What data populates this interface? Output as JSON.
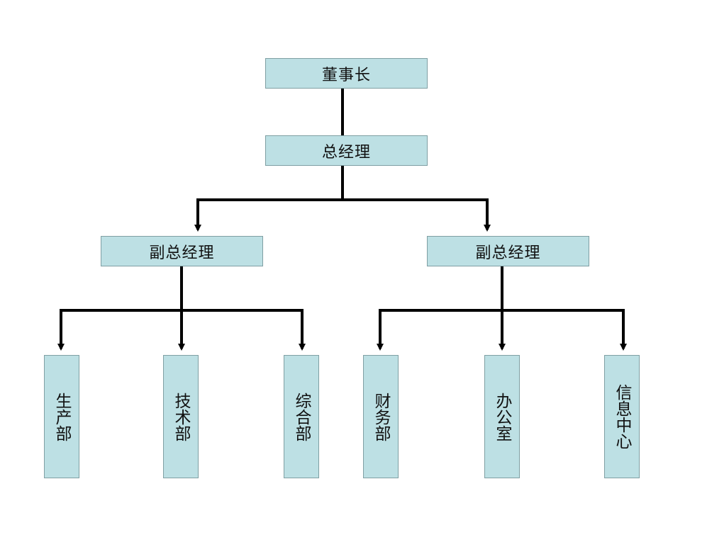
{
  "org_chart": {
    "chairman": "董事长",
    "general_manager": "总经理",
    "vice_managers": [
      "副总经理",
      "副总经理"
    ],
    "departments_left": [
      "生产部",
      "技术部",
      "综合部"
    ],
    "departments_right": [
      "财务部",
      "办公室",
      "信息中心"
    ]
  },
  "colors": {
    "box_fill": "#bde0e4",
    "box_border": "#7f9fa3",
    "connector": "#000000"
  }
}
